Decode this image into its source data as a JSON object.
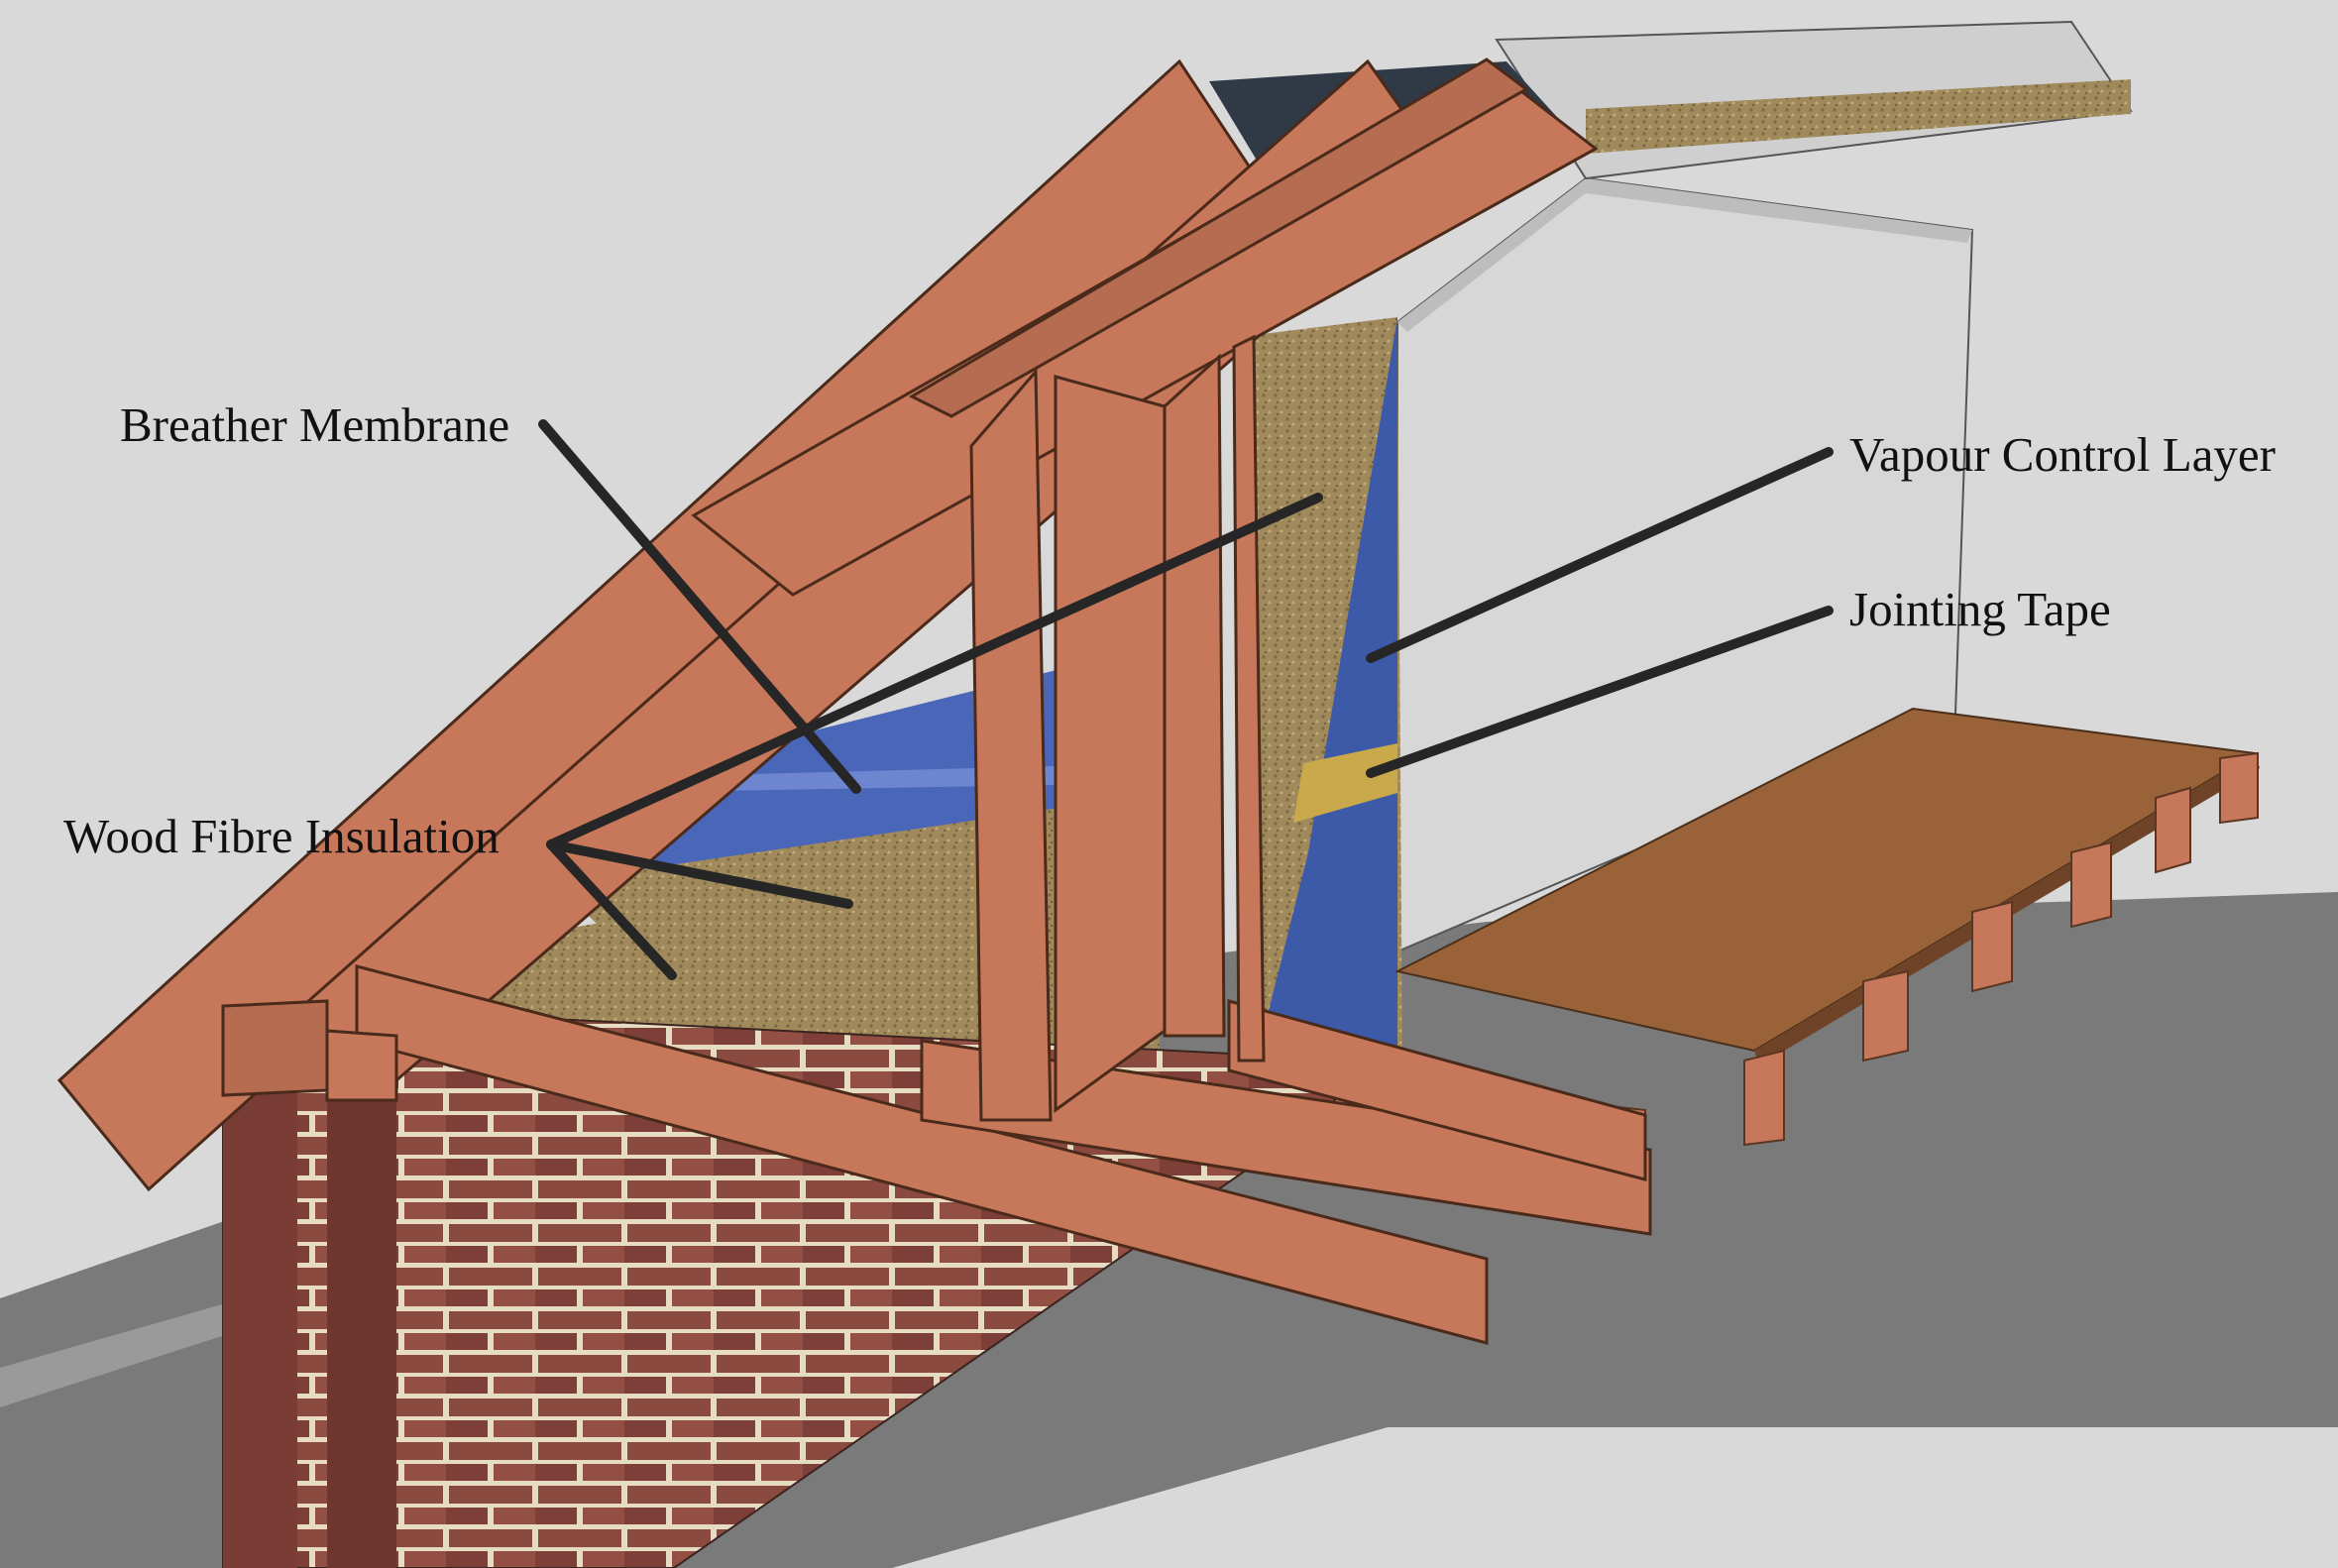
{
  "labels": {
    "breather_membrane": "Breather Membrane",
    "wood_fibre_insulation": "Wood Fibre Insulation",
    "vapour_control_layer": "Vapour Control Layer",
    "jointing_tape": "Jointing Tape"
  },
  "colors": {
    "background": "#d9d9d9",
    "shadow": "#7a7a7a",
    "timber": "#c8785a",
    "timber_dark": "#a65e43",
    "insulation": "#a08a5c",
    "membrane_blue": "#4a66b8",
    "vapour_blue": "#3d5aa8",
    "plasterboard": "#d7d7d7",
    "floor_board": "#9a6238",
    "brick": "#8a4a40",
    "jointing_tape": "#c9a94a",
    "leader_line": "#262626"
  }
}
